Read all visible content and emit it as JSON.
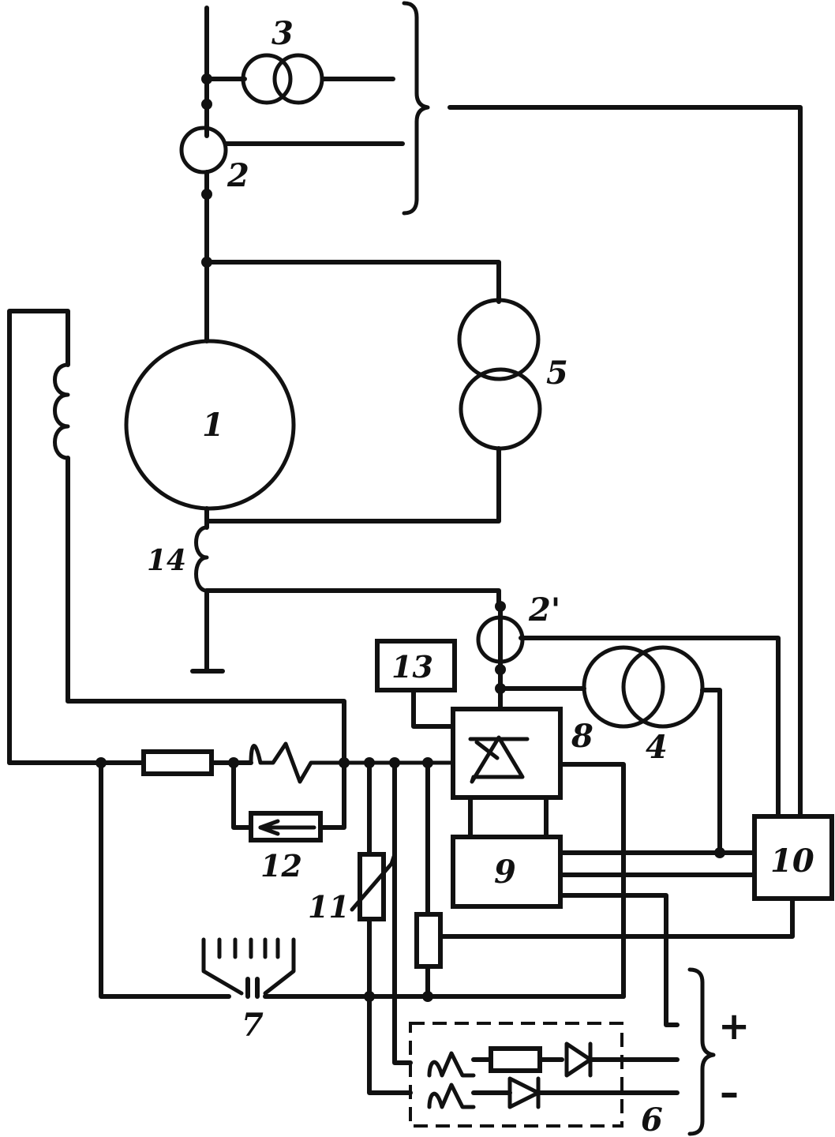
{
  "labels": {
    "generator": "1",
    "current_transformer_top": "2",
    "voltage_transformer_top": "3",
    "transformer_right_lower": "4",
    "transformer_5": "5",
    "rectifier_block": "6",
    "switch_7": "7",
    "thyristor_block": "8",
    "control_block": "9",
    "regulator_block": "10",
    "resistor_11": "11",
    "rheostat_12": "12",
    "block_13": "13",
    "winding_14": "14",
    "current_transformer_lower": "2'"
  },
  "signs": {
    "plus": "+",
    "minus": "–"
  }
}
